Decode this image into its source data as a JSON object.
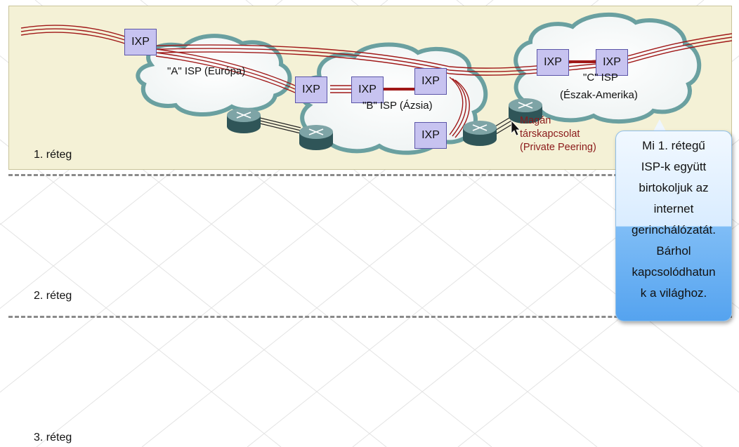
{
  "layers": {
    "tier1": "1. réteg",
    "tier2": "2. réteg",
    "tier3": "3. réteg"
  },
  "clouds": {
    "a_label": "\"A\" ISP (Európa)",
    "b_label": "\"B\" ISP (Ázsia)",
    "c_label_line1": "\"C\" ISP",
    "c_label_line2": "(Észak-Amerika)"
  },
  "ixp_label": "IXP",
  "private_peering": {
    "line1": "Magán",
    "line2": "társkapcsolat",
    "line3": "(Private Peering)"
  },
  "callout": {
    "lines": [
      "Mi 1. rétegű",
      "ISP-k együtt",
      "birtokoljuk az",
      "internet",
      "gerinchálózatát.",
      "Bárhol",
      "kapcsolódhatun",
      "k a világhoz."
    ]
  },
  "colors": {
    "tier1_background": "#f4f1d6",
    "link_red": "#a01818",
    "ixp_fill": "#c7c3f0",
    "cloud_outline": "#6aa0a0"
  }
}
